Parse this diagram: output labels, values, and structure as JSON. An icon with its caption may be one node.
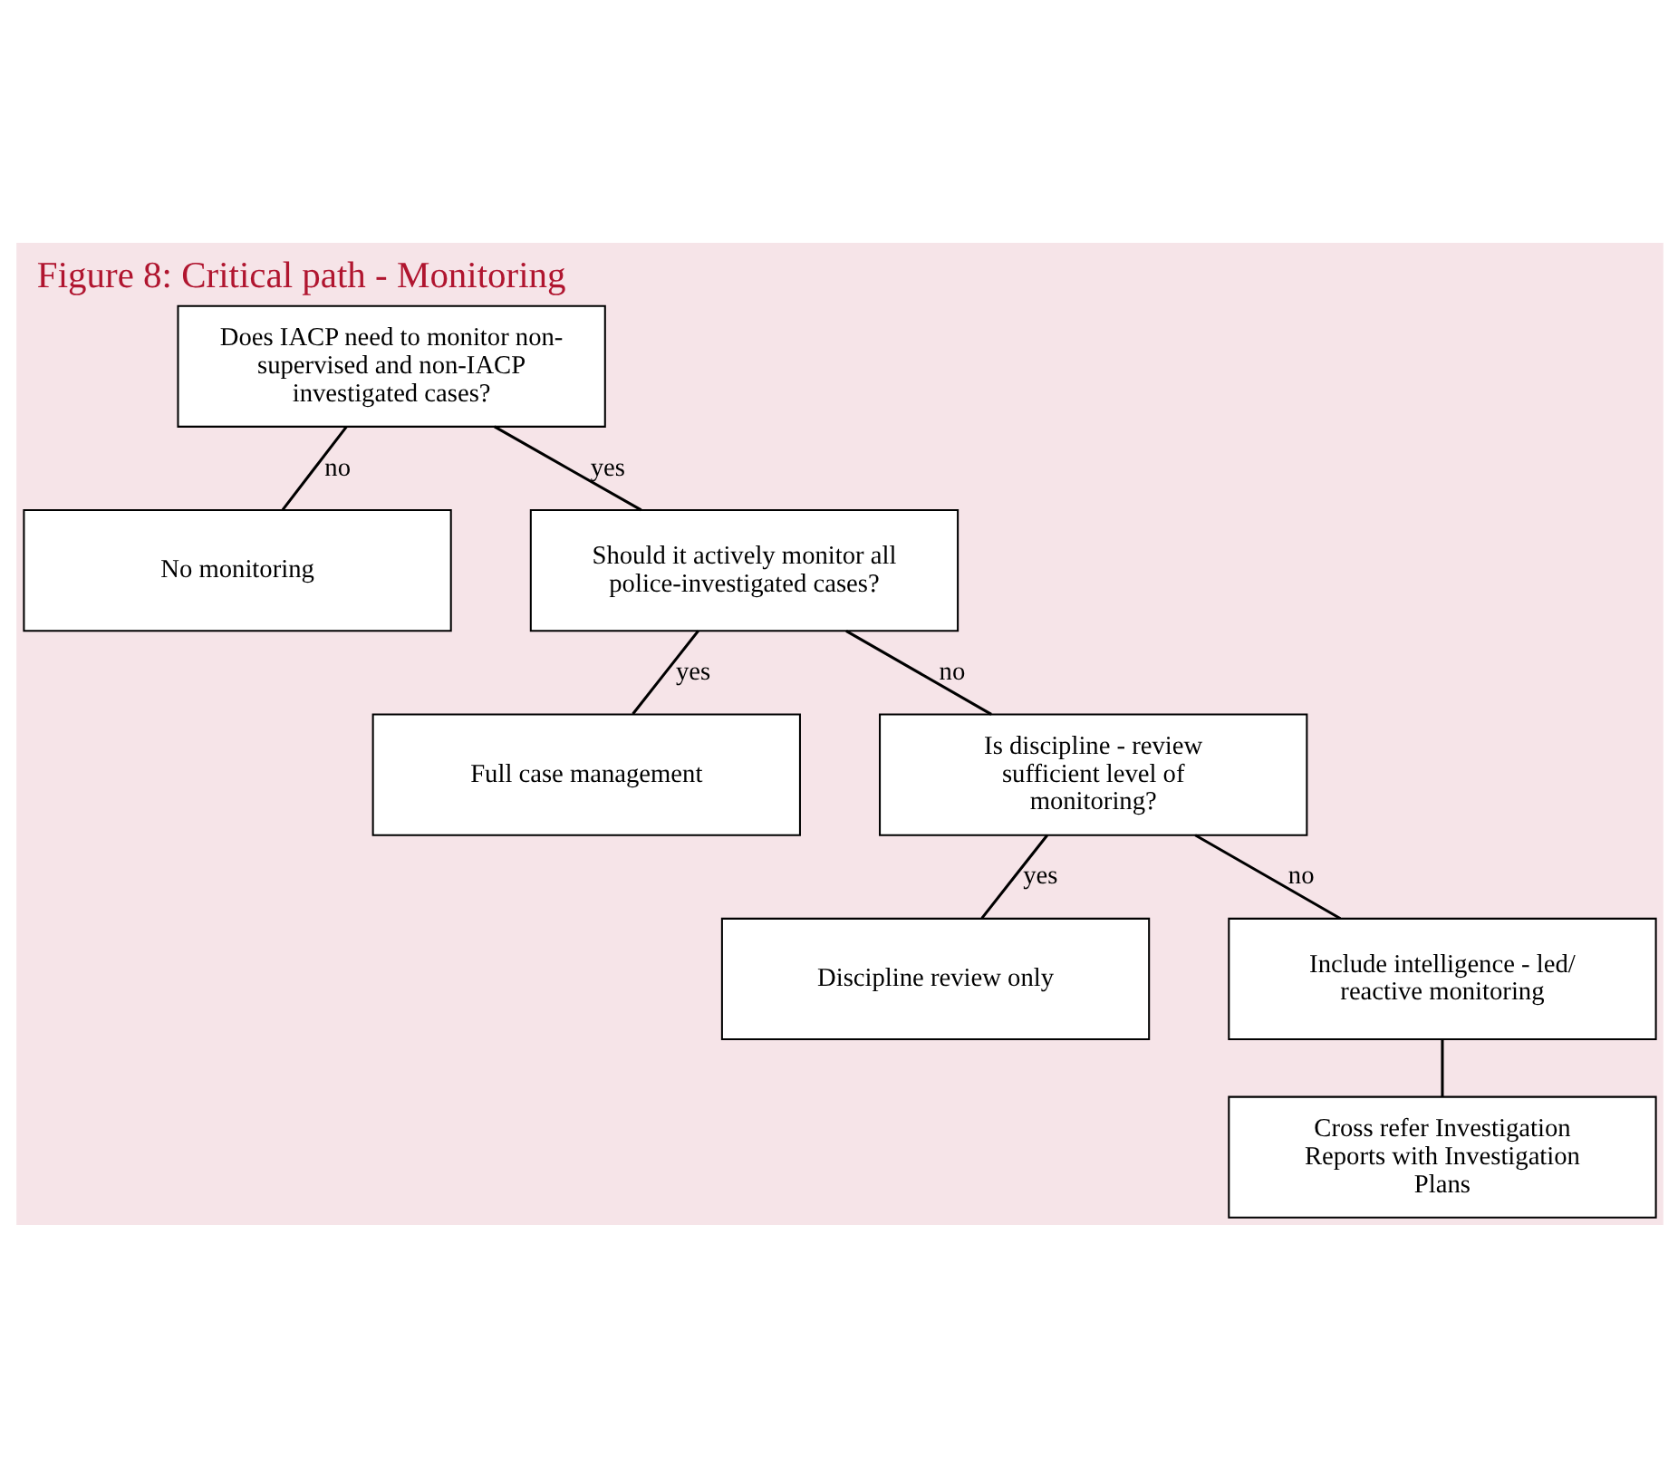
{
  "diagram": {
    "title": "Figure 8: Critical path - Monitoring",
    "nodes": [
      {
        "text": [
          "Does IACP need to monitor non-supervised and non-IACP investigated cases?"
        ]
      },
      {
        "text": [
          "No monitoring"
        ]
      },
      {
        "text": [
          "Should it actively monitor all police-investigated cases?"
        ]
      },
      {
        "text": [
          "Full case management"
        ]
      },
      {
        "text": [
          "Is discipline - review sufficient level of monitoring?"
        ]
      },
      {
        "text": [
          "Discipline review only"
        ]
      },
      {
        "text": [
          "Include intelligence - led/ reactive monitoring"
        ]
      },
      {
        "text": [
          "Cross refer Investigation Reports with Investigation Plans"
        ]
      }
    ],
    "edges": [
      {
        "from": 0,
        "to": 1,
        "arrow": "none",
        "label": "no"
      },
      {
        "from": 0,
        "to": 2,
        "arrow": "none",
        "label": "yes"
      },
      {
        "from": 2,
        "to": 3,
        "arrow": "none",
        "label": "yes"
      },
      {
        "from": 2,
        "to": 4,
        "arrow": "none",
        "label": "no"
      },
      {
        "from": 4,
        "to": 5,
        "arrow": "none",
        "label": "yes"
      },
      {
        "from": 4,
        "to": 6,
        "arrow": "none",
        "label": "no"
      },
      {
        "from": 6,
        "to": 7,
        "arrow": "none"
      }
    ]
  }
}
